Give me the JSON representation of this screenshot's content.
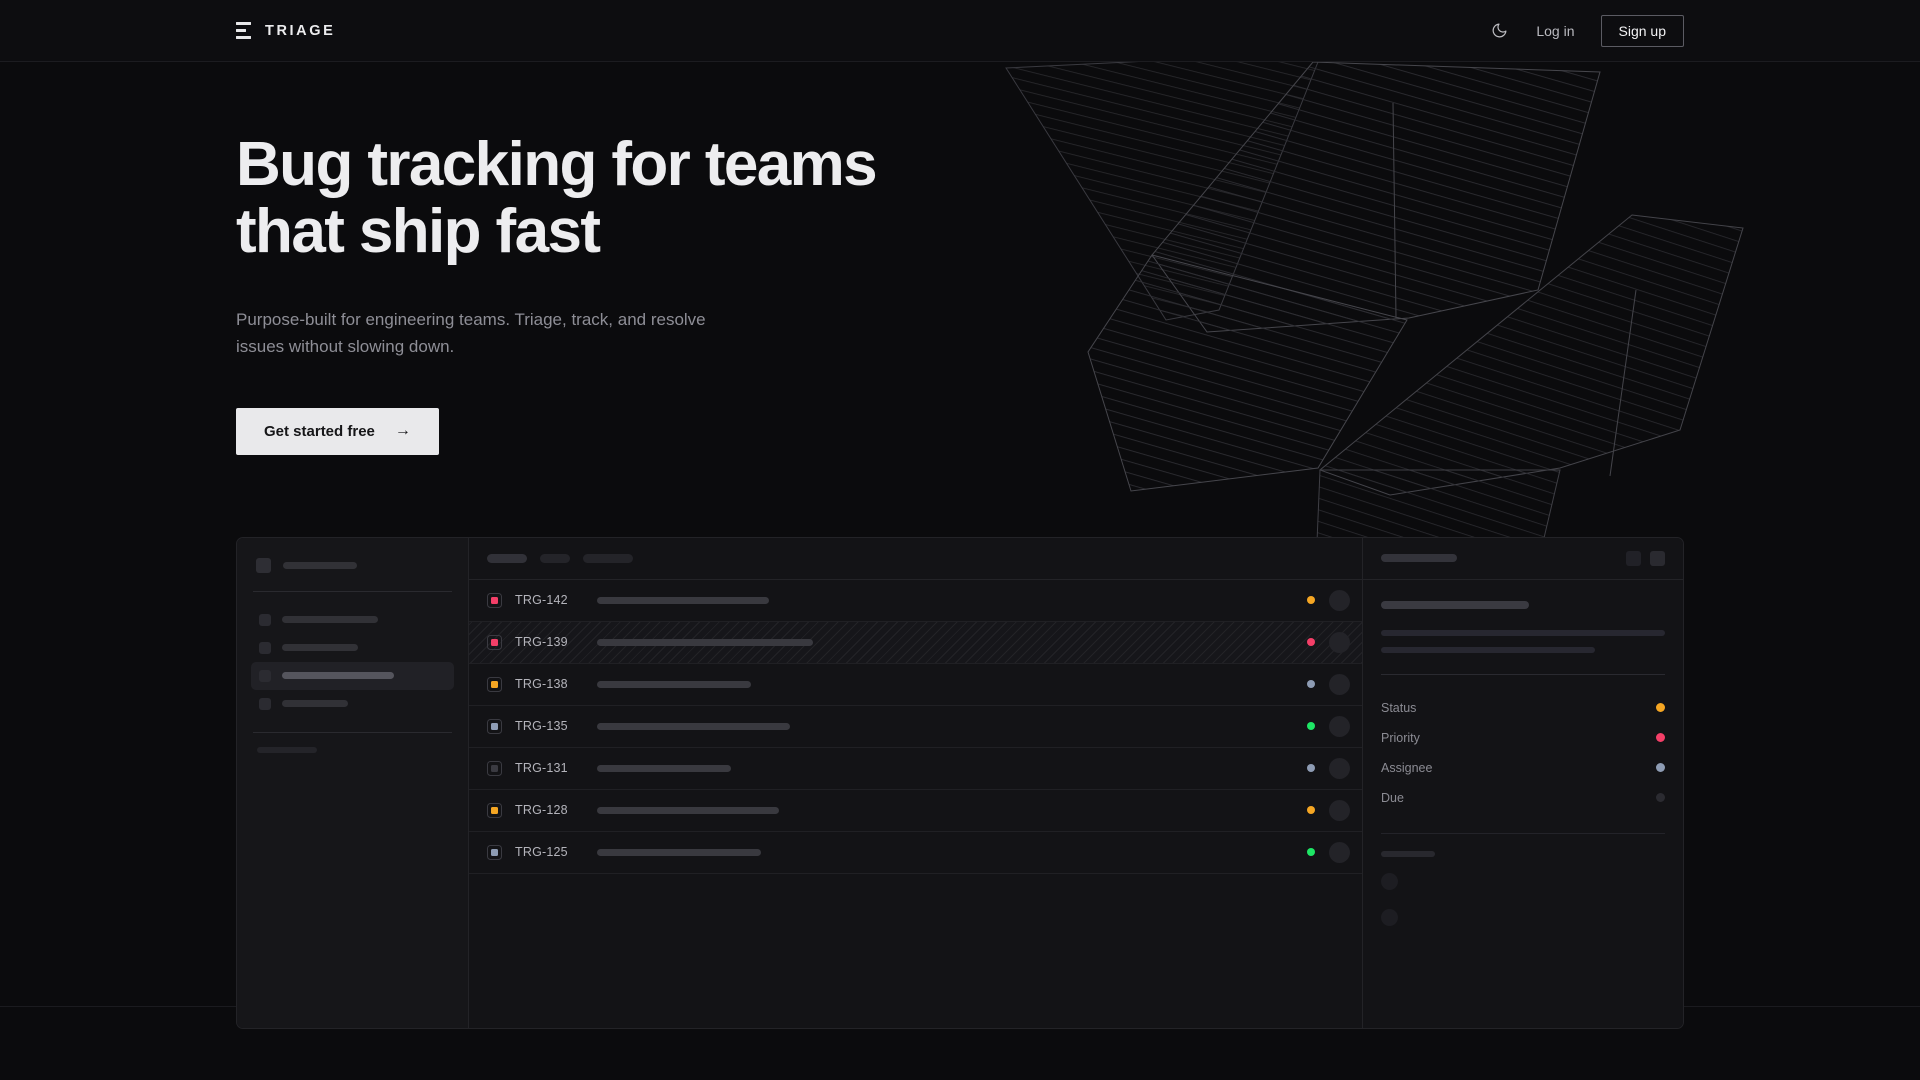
{
  "theme": {
    "bg": "#0b0b0d",
    "card_bg": "#121215",
    "border": "#232327",
    "text_primary": "#ededef",
    "text_muted": "#8e8e96",
    "accent_cta_bg": "#e9e9eb",
    "status_orange": "#f5a623",
    "status_pink": "#f43f68",
    "status_blue": "#8e9cb4",
    "status_green": "#1ee665",
    "status_gray": "#3a3a41"
  },
  "nav": {
    "brand": "TRIAGE",
    "brand_mark_icon": "stacked-bars-logo-icon",
    "theme_toggle_icon": "moon-icon",
    "login_label": "Log in",
    "signup_label": "Sign up"
  },
  "hero": {
    "title": "Bug tracking for teams that ship fast",
    "title_line_1": "Bug tracking for teams",
    "title_line_2": "that ship fast",
    "subtitle": "Purpose-built for engineering teams. Triage, track, and resolve issues without slowing down.",
    "cta_label": "Get started free",
    "cta_arrow_icon": "arrow-right-icon"
  },
  "app_preview": {
    "sidebar": {
      "workspace_placeholder_width": 74,
      "nav_items": [
        {
          "width": 96,
          "active": false
        },
        {
          "width": 76,
          "active": false
        },
        {
          "width": 112,
          "active": true
        },
        {
          "width": 66,
          "active": false
        }
      ],
      "section_label_width": 60,
      "mini_items": 3
    },
    "list": {
      "header_pills": [
        {
          "width": 40,
          "active": true
        },
        {
          "width": 30,
          "active": false
        },
        {
          "width": 50,
          "active": false
        }
      ],
      "columns": [
        "status",
        "id",
        "title",
        "priority",
        "assignee"
      ],
      "rows": [
        {
          "id": "TRG-142",
          "status_color": "#f43f68",
          "title_width": 172,
          "priority_color": "#f5a623",
          "selected": false
        },
        {
          "id": "TRG-139",
          "status_color": "#f43f68",
          "title_width": 216,
          "priority_color": "#f43f68",
          "selected": true
        },
        {
          "id": "TRG-138",
          "status_color": "#f5a623",
          "title_width": 154,
          "priority_color": "#8e9cb4",
          "selected": false
        },
        {
          "id": "TRG-135",
          "status_color": "#8e9cb4",
          "title_width": 193,
          "priority_color": "#1ee665",
          "selected": false
        },
        {
          "id": "TRG-131",
          "status_color": "#3a3a41",
          "title_width": 134,
          "priority_color": "#8e9cb4",
          "selected": false
        },
        {
          "id": "TRG-128",
          "status_color": "#f5a623",
          "title_width": 182,
          "priority_color": "#f5a623",
          "selected": false
        },
        {
          "id": "TRG-125",
          "status_color": "#8e9cb4",
          "title_width": 164,
          "priority_color": "#1ee665",
          "selected": false
        }
      ]
    },
    "detail": {
      "header_title_width": 76,
      "action_icons": [
        "square-button-a-icon",
        "square-button-b-icon"
      ],
      "title_width": 148,
      "body_line_widths": [
        284,
        214
      ],
      "fields": [
        {
          "label": "Status",
          "dot_color": "#f5a623"
        },
        {
          "label": "Priority",
          "dot_color": "#f43f68"
        },
        {
          "label": "Assignee",
          "dot_color": "#8e9cb4"
        },
        {
          "label": "Due",
          "dot_color": "#2b2b31"
        }
      ],
      "footer_label_width": 54,
      "footer_avatars": 2
    }
  }
}
